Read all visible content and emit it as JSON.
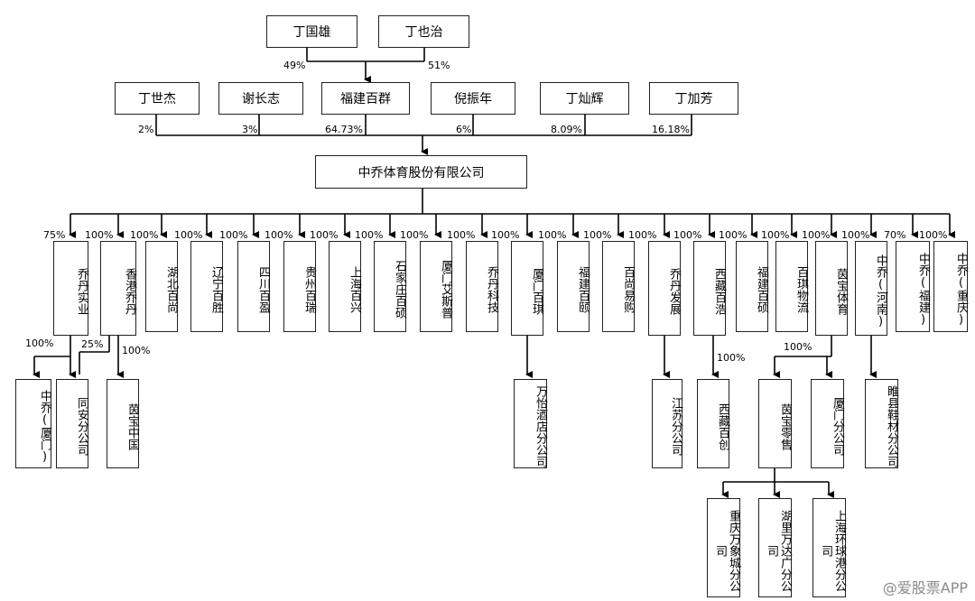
{
  "top_shareholders": [
    "丁国雄",
    "丁也治"
  ],
  "top_shares": [
    "49%",
    "51%"
  ],
  "second_row": [
    "丁世杰",
    "谢长志",
    "福建百群",
    "倪振年",
    "丁灿辉",
    "丁加芳"
  ],
  "second_shares": [
    "2%",
    "3%",
    "64.73%",
    "6%",
    "8.09%",
    "16.18%"
  ],
  "company": "中乔体育股份有限公司",
  "subsidiaries": [
    "乔丹实业",
    "香港乔丹",
    "湖北百尚",
    "辽宁百胜",
    "四川百盈",
    "贵州百瑞",
    "上海百兴",
    "石家庄百硕",
    "厦门艾斯普",
    "乔丹科技",
    "厦门百琪",
    "福建百颐",
    "百尚易购",
    "乔丹发展",
    "西藏百浩",
    "福建百硕",
    "百琪物流",
    "茵宝体育",
    "中乔(河南)",
    "中乔(福建)",
    "中乔(重庆)"
  ],
  "subsidiary_shares": [
    "75%",
    "100%",
    "100%",
    "100%",
    "100%",
    "100%",
    "100%",
    "100%",
    "100%",
    "100%",
    "100%",
    "100%",
    "100%",
    "100%",
    "100%",
    "100%",
    "100%",
    "100%",
    "100%",
    "70%",
    "100%"
  ],
  "third_level": {
    "xiamen": "中乔(厦门)",
    "tongan": "同安分公司",
    "umbro_china": "茵宝中国",
    "wanyi": "万怡酒店分公司",
    "jiangsu": "江苏分公司",
    "xizang_baichuang": "西藏百创",
    "umbro_retail": "茵宝零售",
    "xiamen_branch": "厦门分公司",
    "suixian": "睢县鞋材分公司"
  },
  "third_shares": {
    "xiamen": "100%",
    "tongan": "25%",
    "umbro_china": "100%",
    "xizang_baichuang": "100%",
    "umbro_retail": "100%"
  },
  "fourth_level": [
    "重庆万象城分公司",
    "湖里万达广分公司",
    "上海环球港分公司"
  ],
  "watermark": "@爱股票APP"
}
